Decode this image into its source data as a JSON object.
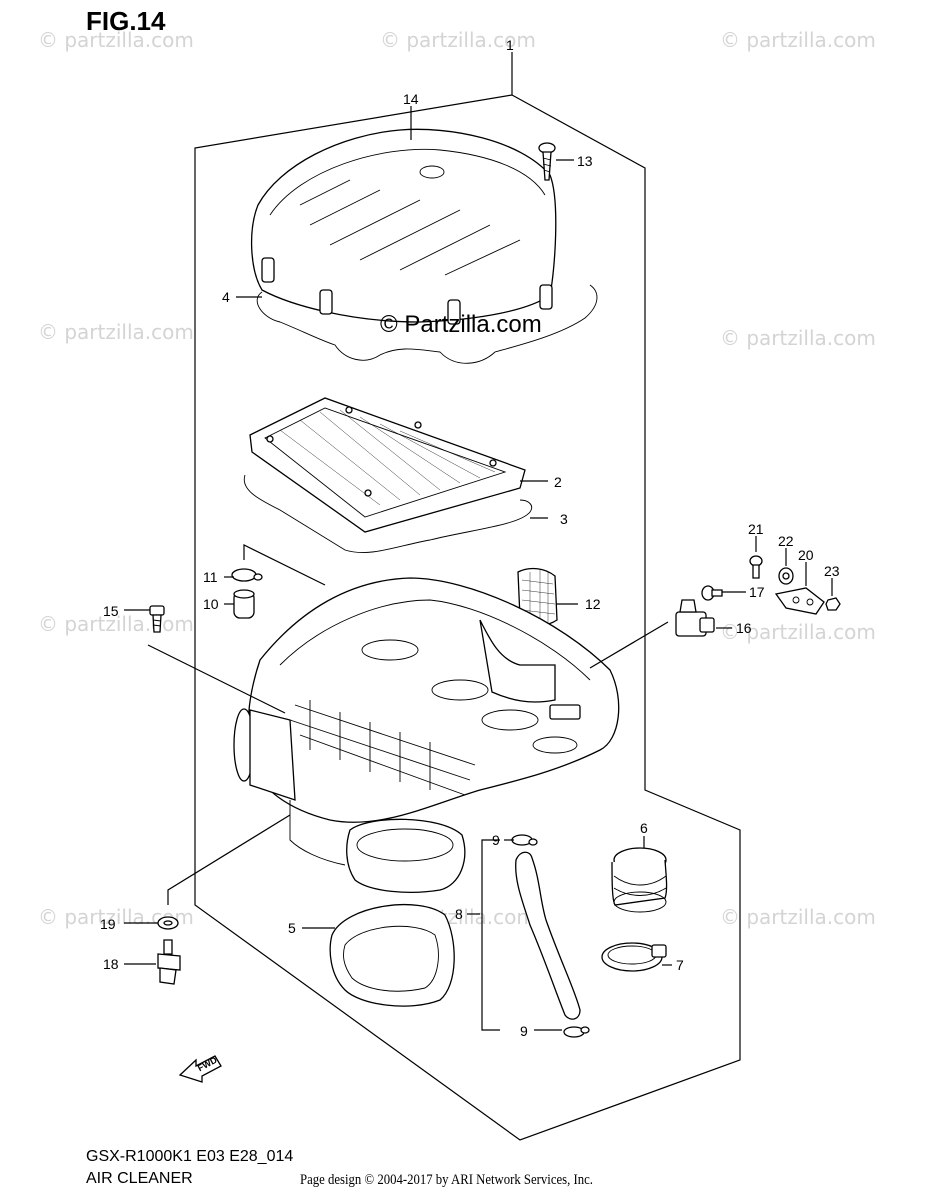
{
  "figure": {
    "title": "FIG.14",
    "model_code": "GSX-R1000K1 E03 E28_014",
    "assembly_name": "AIR CLEANER",
    "page_design": "Page design © 2004-2017 by ARI Network Services, Inc.",
    "center_watermark": "© Partzilla.com",
    "watermark": "© partzilla.com"
  },
  "callouts": [
    {
      "id": "c1",
      "label": "1"
    },
    {
      "id": "c14",
      "label": "14"
    },
    {
      "id": "c13",
      "label": "13"
    },
    {
      "id": "c4",
      "label": "4"
    },
    {
      "id": "c2",
      "label": "2"
    },
    {
      "id": "c3",
      "label": "3"
    },
    {
      "id": "c21",
      "label": "21"
    },
    {
      "id": "c22",
      "label": "22"
    },
    {
      "id": "c20",
      "label": "20"
    },
    {
      "id": "c23",
      "label": "23"
    },
    {
      "id": "c11",
      "label": "11"
    },
    {
      "id": "c10",
      "label": "10"
    },
    {
      "id": "c12",
      "label": "12"
    },
    {
      "id": "c17",
      "label": "17"
    },
    {
      "id": "c15",
      "label": "15"
    },
    {
      "id": "c16",
      "label": "16"
    },
    {
      "id": "c6",
      "label": "6"
    },
    {
      "id": "c9a",
      "label": "9"
    },
    {
      "id": "c8",
      "label": "8"
    },
    {
      "id": "c19",
      "label": "19"
    },
    {
      "id": "c5",
      "label": "5"
    },
    {
      "id": "c7",
      "label": "7"
    },
    {
      "id": "c18",
      "label": "18"
    },
    {
      "id": "c9b",
      "label": "9"
    }
  ],
  "fwd_label": "FWD"
}
